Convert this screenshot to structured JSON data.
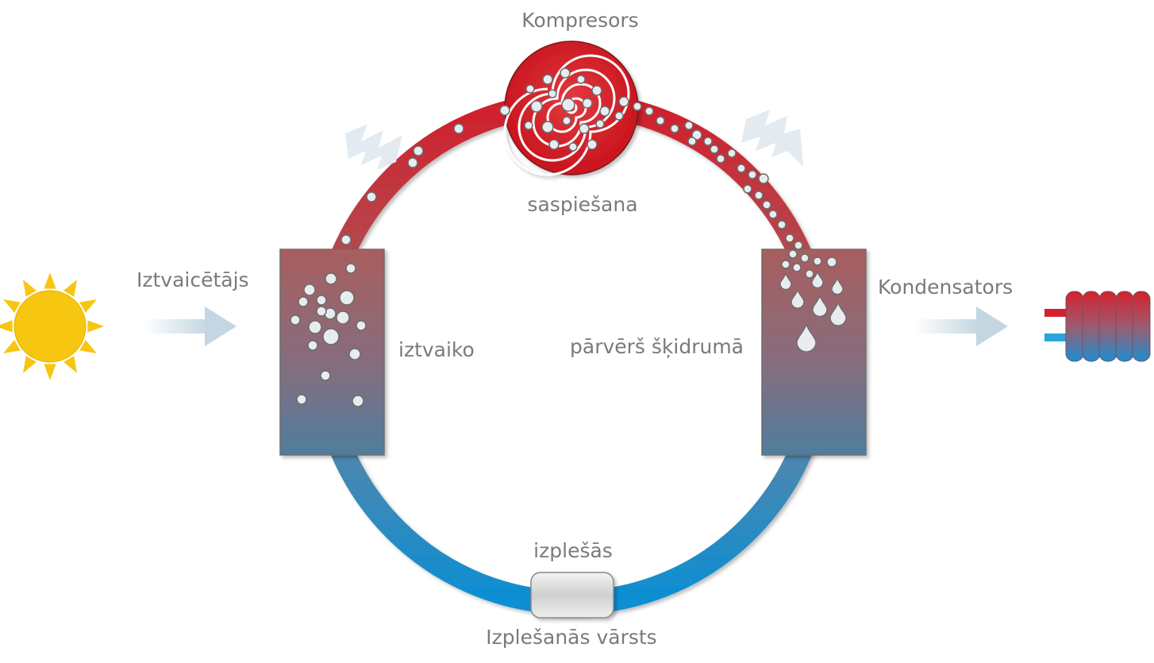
{
  "labels": {
    "compressor": "Kompresors",
    "compression": "saspiešana",
    "evaporator": "Iztvaicētājs",
    "evaporates": "iztvaiko",
    "condenser": "Kondensators",
    "condenses": "pārvērš šķidrumā",
    "expands": "izplešās",
    "expansion_valve": "Izplešanās vārsts"
  },
  "colors": {
    "hot": "#d21f2b",
    "warm": "#a76060",
    "cold": "#1a8fd0",
    "box_top": "#a85e5e",
    "box_bottom": "#4f7d9e",
    "sun": "#f6c611",
    "arrow": "#c9d8e3",
    "bubble": "#e8ecef",
    "label": "#7a7a7a"
  },
  "icons": [
    "sun-icon",
    "radiator-coil-icon",
    "heat-arrow-icon",
    "bubble-icon",
    "droplet-icon"
  ]
}
